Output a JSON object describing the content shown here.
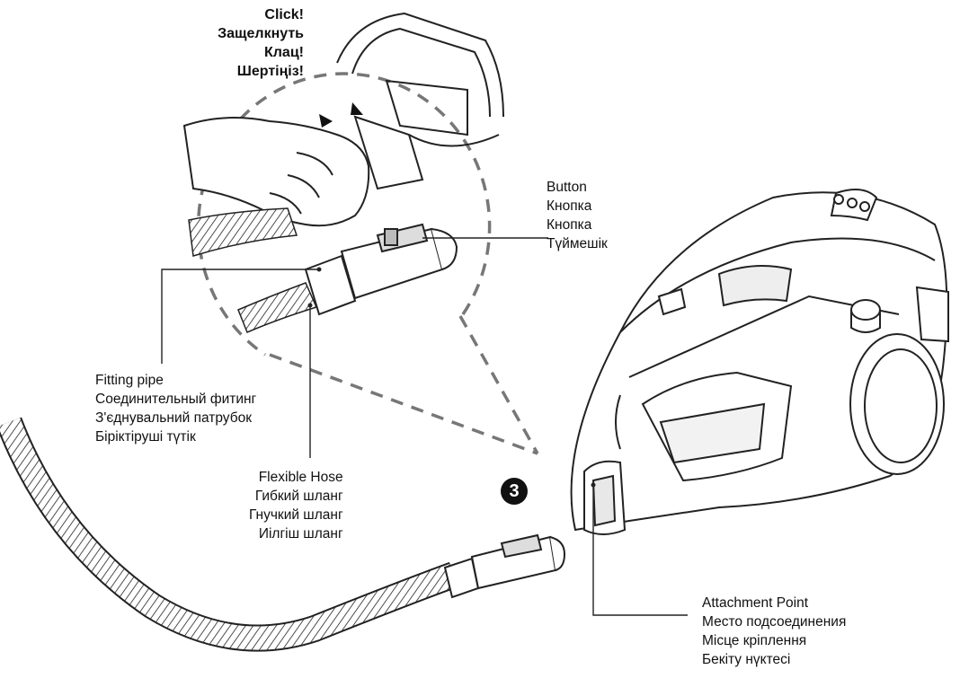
{
  "step": {
    "number": "3"
  },
  "click_callout": {
    "lines": [
      "Click!",
      "Защелкнуть",
      "Клац!",
      "Шертіңіз!"
    ]
  },
  "labels": {
    "button": {
      "lines": [
        "Button",
        "Кнопка",
        "Кнопка",
        "Түймешік"
      ]
    },
    "fitting_pipe": {
      "lines": [
        "Fitting pipe",
        "Соединительный фитинг",
        "З'єднувальний патрубок",
        "Біріктіруші түтік"
      ]
    },
    "flexible_hose": {
      "lines": [
        "Flexible Hose",
        "Гибкий шланг",
        "Гнучкий шланг",
        "Иілгіш шланг"
      ]
    },
    "attachment_point": {
      "lines": [
        "Attachment Point",
        "Место подсоединения",
        "Місце кріплення",
        "Бекіту нүктесі"
      ]
    }
  }
}
